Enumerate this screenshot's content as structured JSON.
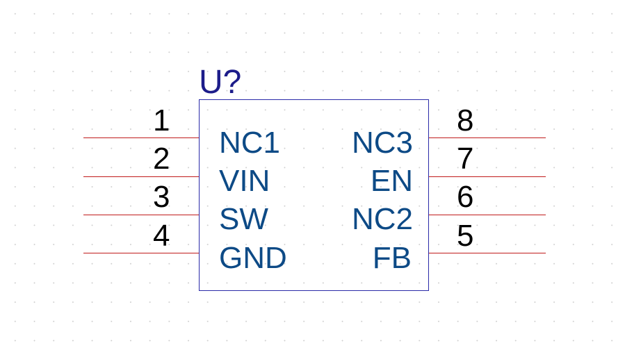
{
  "component": {
    "designator": "U?",
    "left_pins": [
      {
        "number": "1",
        "name": "NC1"
      },
      {
        "number": "2",
        "name": "VIN"
      },
      {
        "number": "3",
        "name": "SW"
      },
      {
        "number": "4",
        "name": "GND"
      }
    ],
    "right_pins": [
      {
        "number": "8",
        "name": "NC3"
      },
      {
        "number": "7",
        "name": "EN"
      },
      {
        "number": "6",
        "name": "NC2"
      },
      {
        "number": "5",
        "name": "FB"
      }
    ]
  },
  "colors": {
    "pin_line": "#c01b1b",
    "body_outline": "#2a2aa8",
    "pin_name": "#0d4a86",
    "designator": "#1c1c8a",
    "pin_number": "#000000"
  }
}
